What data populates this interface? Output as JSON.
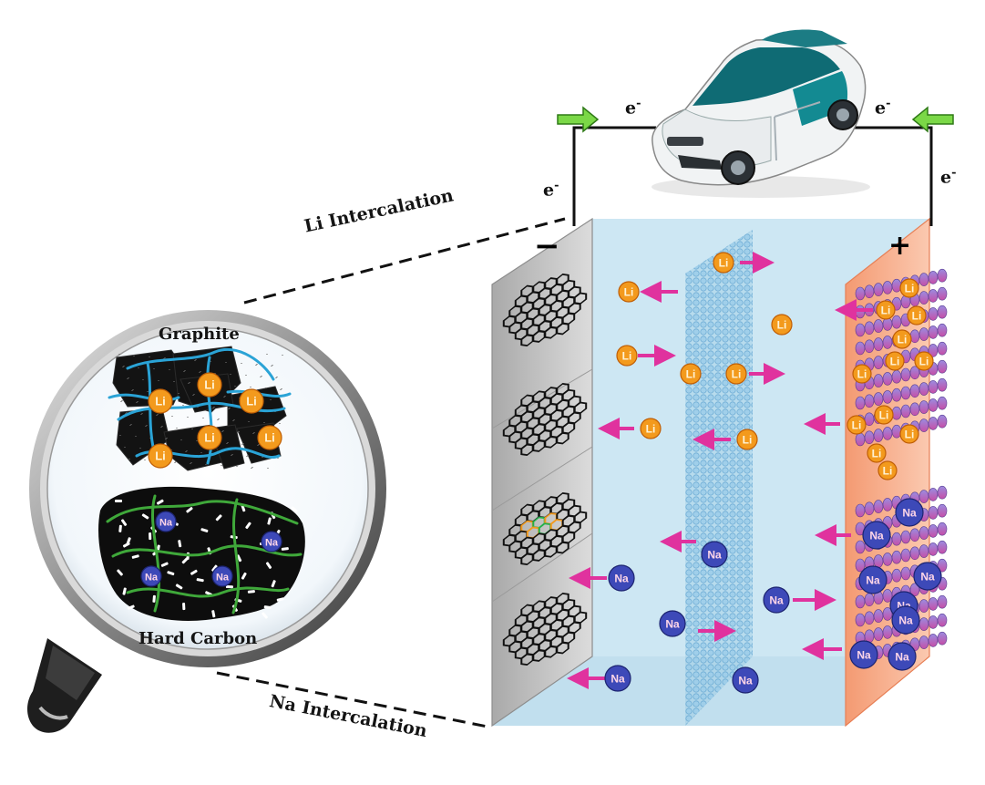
{
  "labels": {
    "li_intercalation": "Li Intercalation",
    "na_intercalation": "Na Intercalation",
    "graphite": "Graphite",
    "hard_carbon": "Hard Carbon",
    "anode_sign": "−",
    "cathode_sign": "+",
    "electron": "e",
    "electron_sup": "-"
  },
  "ions": {
    "lithium_symbol": "Li",
    "sodium_symbol": "Na"
  },
  "colors": {
    "lithium_ion": "#f39a1d",
    "sodium_ion": "#3d49b8",
    "migration_arrow": "#e0329e",
    "electrolyte": "#cfe8f3",
    "separator": "#79b8dc",
    "anode_plate": "#bdbdbd",
    "cathode_plate": "#f6a27f",
    "graphite_binder": "#2aa3d6",
    "hard_carbon_binder": "#3fa83a",
    "electron_flow_arrow": "#6fcf3a"
  }
}
